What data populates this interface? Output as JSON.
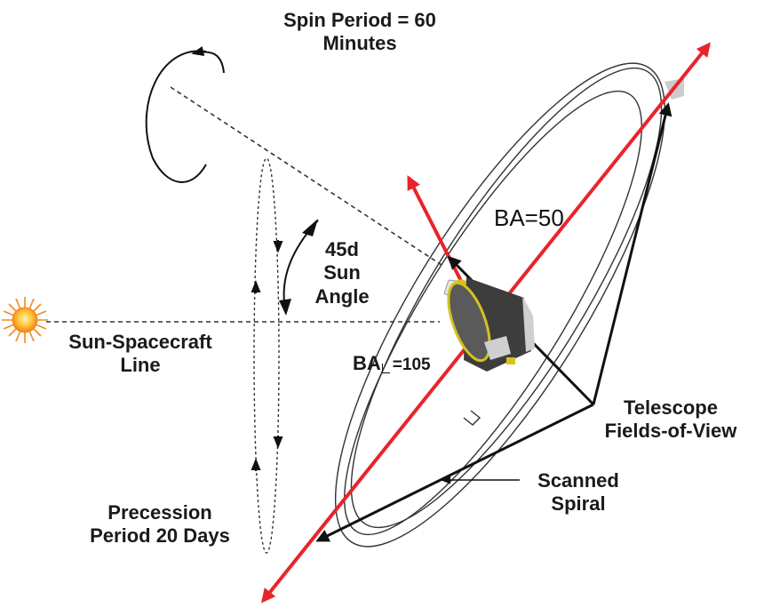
{
  "title": {
    "line1": "Spin Period = 60",
    "line2": "Minutes"
  },
  "sun_angle": {
    "line1": "45d",
    "line2": "Sun",
    "line3": "Angle"
  },
  "sun_spacecraft_line": {
    "line1": "Sun-Spacecraft",
    "line2": "Line"
  },
  "precession": {
    "line1": "Precession",
    "line2": "Period 20 Days"
  },
  "ba_50": "BA=50",
  "ba_105": {
    "prefix": "BA",
    "suffix": "=105"
  },
  "telescope": {
    "line1": "Telescope",
    "line2": "Fields-of-View"
  },
  "scanned_spiral": {
    "line1": "Scanned",
    "line2": "Spiral"
  },
  "colors": {
    "axis_red": "#e8242b",
    "arrow_black": "#111111",
    "sun_orange": "#f28a1e",
    "sun_core": "#ffc83a",
    "spacecraft_dark": "#3d3d3d",
    "spacecraft_light": "#cfcfcf",
    "spacecraft_ring": "#d4c21e"
  }
}
